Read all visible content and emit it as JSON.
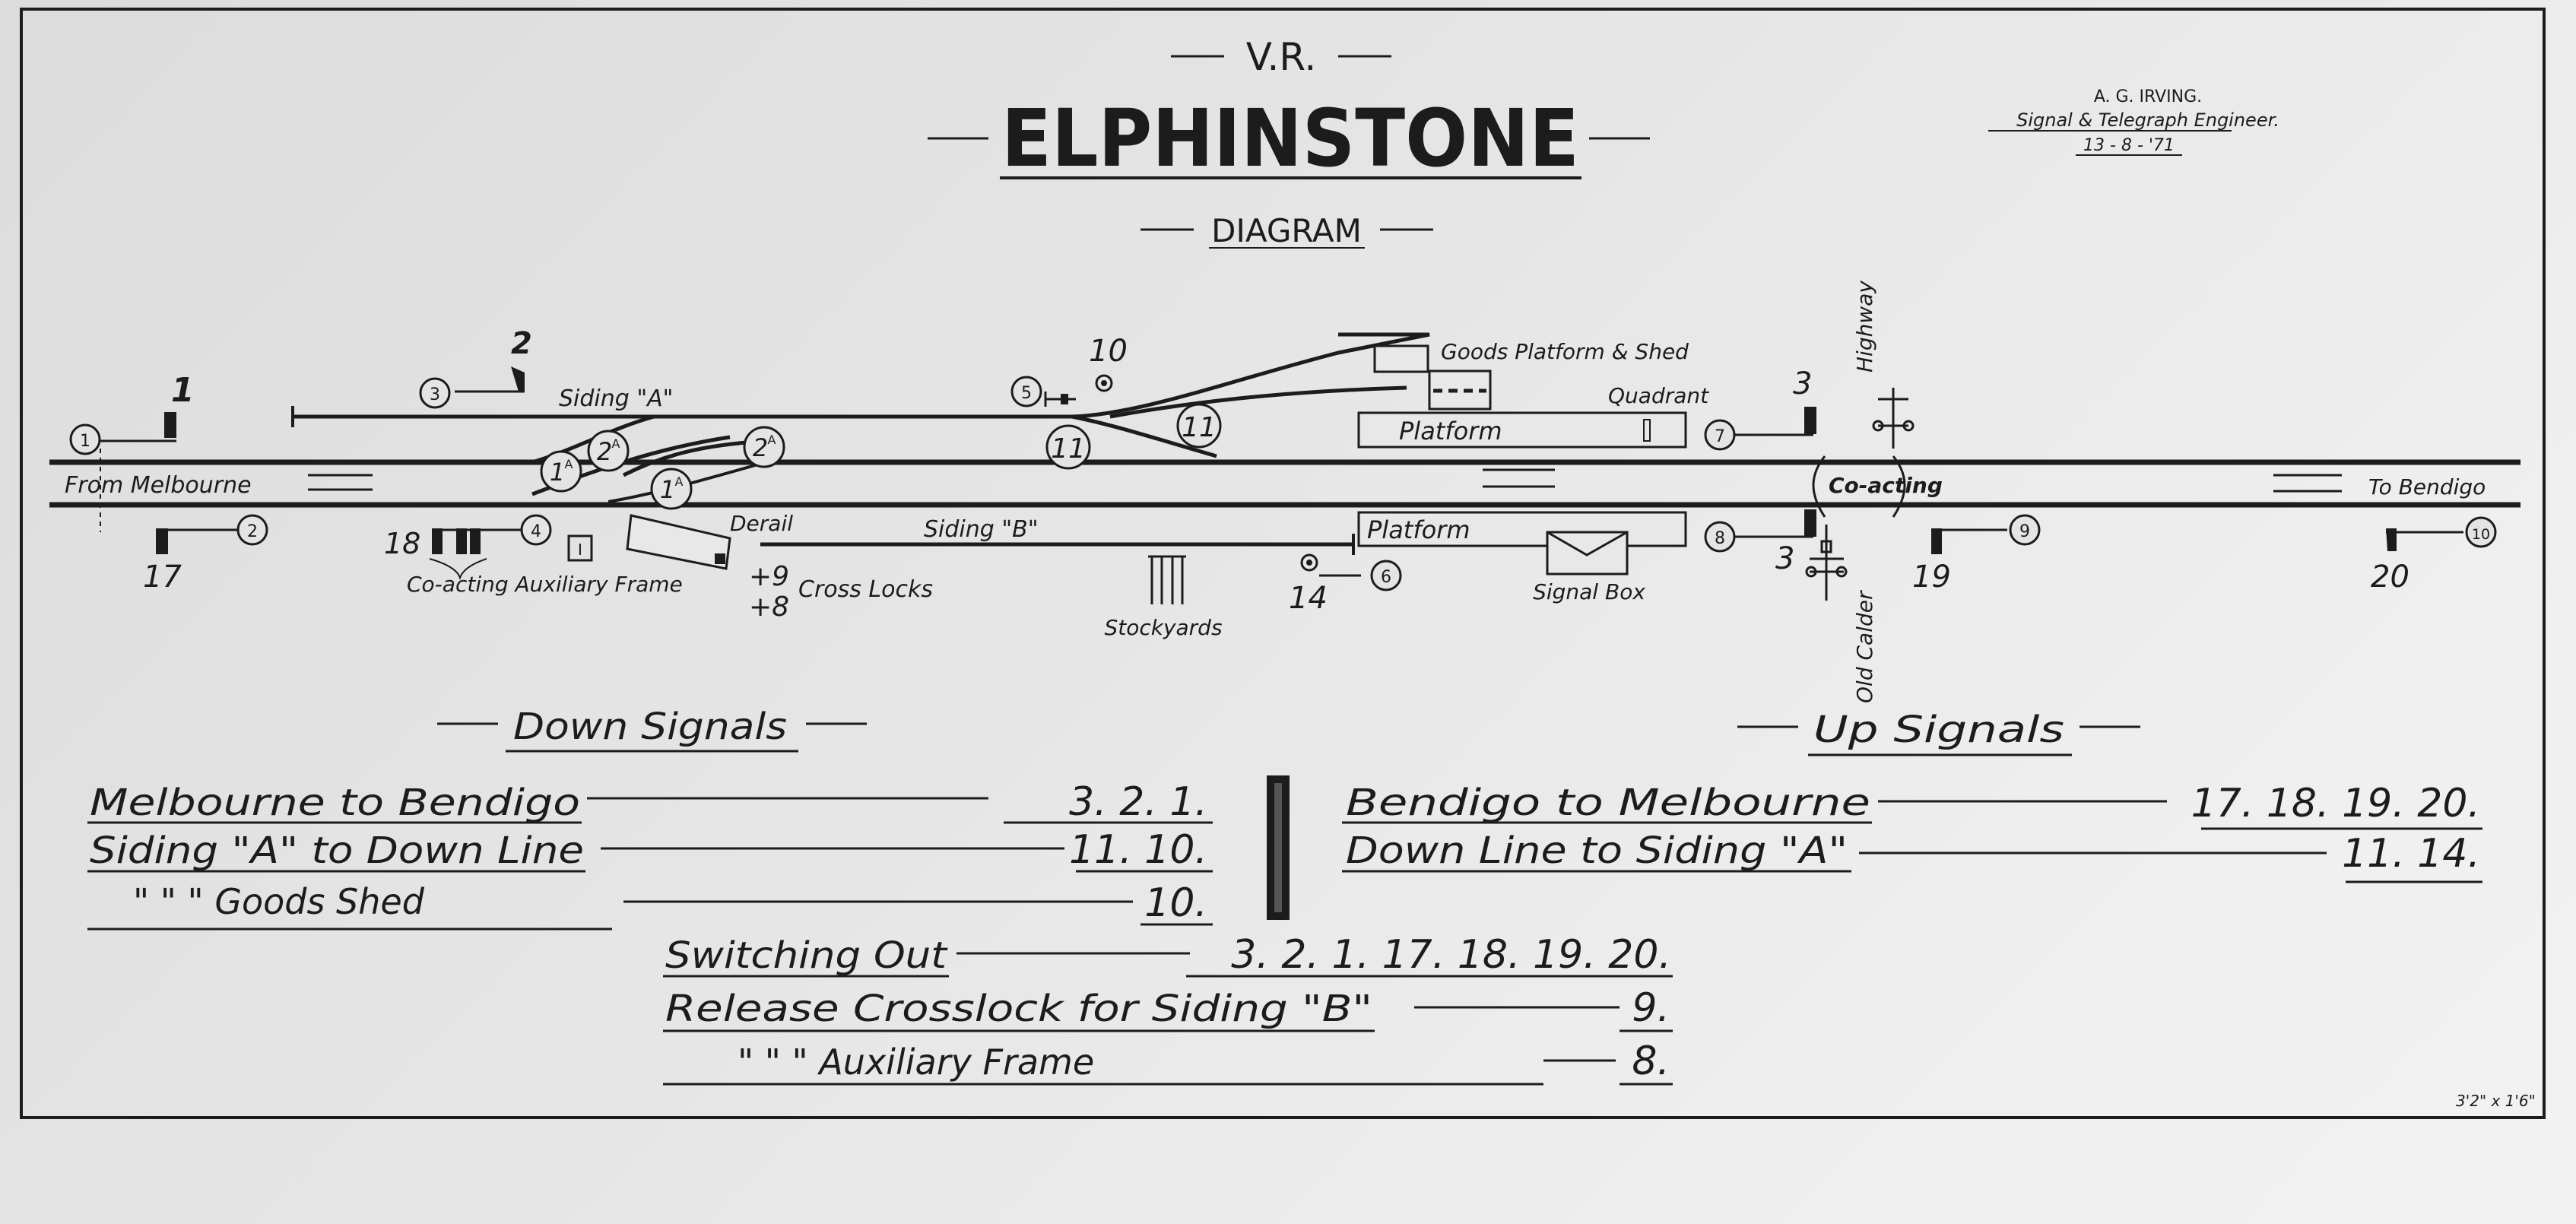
{
  "header": {
    "railway": "V.R.",
    "station": "ELPHINSTONE",
    "subtitle": "DIAGRAM",
    "signature": {
      "name": "A. G. IRVING.",
      "title": "Signal & Telegraph Engineer.",
      "date": "13 - 8 - '71"
    }
  },
  "layout": {
    "from_label": "From Melbourne",
    "to_label": "To Bendigo",
    "siding_a": "Siding \"A\"",
    "siding_b": "Siding \"B\"",
    "goods_platform": "Goods Platform & Shed",
    "quadrant": "Quadrant",
    "platform_1": "Platform",
    "platform_2": "Platform",
    "signal_box": "Signal Box",
    "co_acting": "Co-acting",
    "highway": "Highway",
    "old_calder": "Old Calder",
    "derail": "Derail",
    "crosslocks": "Cross Locks",
    "crosslock_9": "+9",
    "crosslock_8": "+8",
    "aux_frame": "Co-acting Auxiliary Frame",
    "aux_lever": "I",
    "stockyards": "Stockyards"
  },
  "levers": {
    "c1": "1",
    "c2": "2",
    "c3": "3",
    "c4": "4",
    "c5": "5",
    "c6": "6",
    "c7": "7",
    "c8": "8",
    "c9": "9",
    "c10": "10",
    "c11a": "11",
    "c11b": "11",
    "c1a_1": "1",
    "c1a_2": "1",
    "c2a_1": "2",
    "c2a_2": "2",
    "sup_a": "A"
  },
  "signal_numbers": {
    "n1": "1",
    "n2": "2",
    "n3top": "3",
    "n3bot": "3",
    "n10": "10",
    "n14": "14",
    "n17": "17",
    "n18": "18",
    "n19": "19",
    "n20": "20"
  },
  "down_signals": {
    "heading": "Down Signals",
    "rows": [
      {
        "route": "Melbourne to Bendigo",
        "levers": "3.  2.  1."
      },
      {
        "route": "Siding \"A\" to Down Line",
        "levers": "11. 10."
      },
      {
        "route": "\"     \"     \"  Goods Shed",
        "levers": "10."
      }
    ]
  },
  "up_signals": {
    "heading": "Up Signals",
    "rows": [
      {
        "route": "Bendigo to Melbourne",
        "levers": "17. 18. 19. 20."
      },
      {
        "route": "Down Line to Siding \"A\"",
        "levers": "11. 14."
      }
    ]
  },
  "other_locks": [
    {
      "route": "Switching Out",
      "levers": "3.  2.  1. 17.  18.  19. 20."
    },
    {
      "route": "Release Crosslock for Siding \"B\"",
      "levers": "9."
    },
    {
      "route": "\"          \"          \"   Auxiliary Frame",
      "levers": "8."
    }
  ],
  "footer": {
    "scale_note": "3'2\" x 1'6\""
  }
}
